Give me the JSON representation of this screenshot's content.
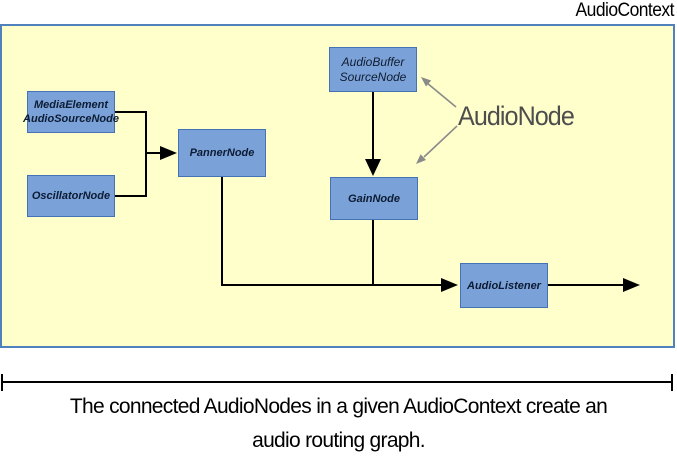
{
  "context": {
    "title": "AudioContext"
  },
  "annotation": {
    "label": "AudioNode"
  },
  "nodes": {
    "media_element": {
      "line1": "MediaElement",
      "line2": "AudioSourceNode"
    },
    "oscillator": {
      "label": "OscillatorNode"
    },
    "panner": {
      "label": "PannerNode"
    },
    "audio_buffer": {
      "line1": "AudioBuffer",
      "line2": "SourceNode"
    },
    "gain": {
      "label": "GainNode"
    },
    "listener": {
      "label": "AudioListener"
    }
  },
  "caption": {
    "line1": "The connected AudioNodes in a given AudioContext create an",
    "line2": "audio routing graph."
  },
  "colors": {
    "context_fill": "#FFFFCC",
    "context_border": "#4F81BD",
    "node_fill": "#7AA2D8",
    "node_border": "#4472B4",
    "node_text": "#0D1B33",
    "annotation_text": "#4D4D4D",
    "connector_black": "#000000",
    "connector_gray": "#8A8A8A"
  }
}
